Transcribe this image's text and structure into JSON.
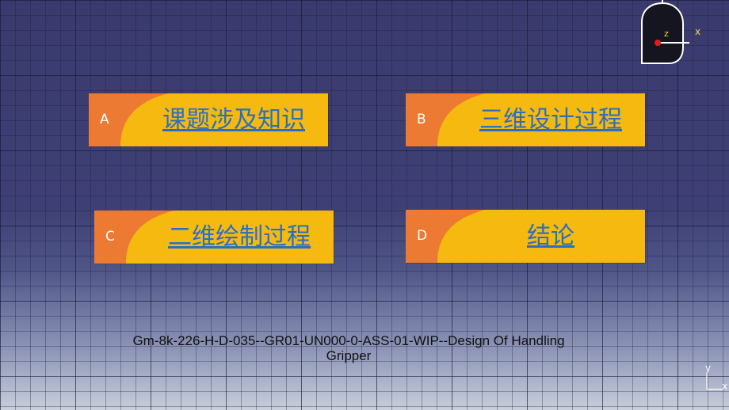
{
  "cards": [
    {
      "letter": "A",
      "title": "课题涉及知识"
    },
    {
      "letter": "B",
      "title": "三维设计过程"
    },
    {
      "letter": "C",
      "title": "二维绘制过程"
    },
    {
      "letter": "D",
      "title": "结论"
    }
  ],
  "footer": {
    "line1": "Gm-8k-226-H-D-035--GR01-UN000-0-ASS-01-WIP--Design Of Handling",
    "line2": "Gripper"
  },
  "compass": {
    "z_label": "z",
    "x_label": "x"
  },
  "axes": {
    "y_label": "y",
    "x_label": "x"
  },
  "colors": {
    "card_yellow": "#f5b90f",
    "card_orange": "#ec7a33",
    "link_blue": "#2b6fc2"
  }
}
